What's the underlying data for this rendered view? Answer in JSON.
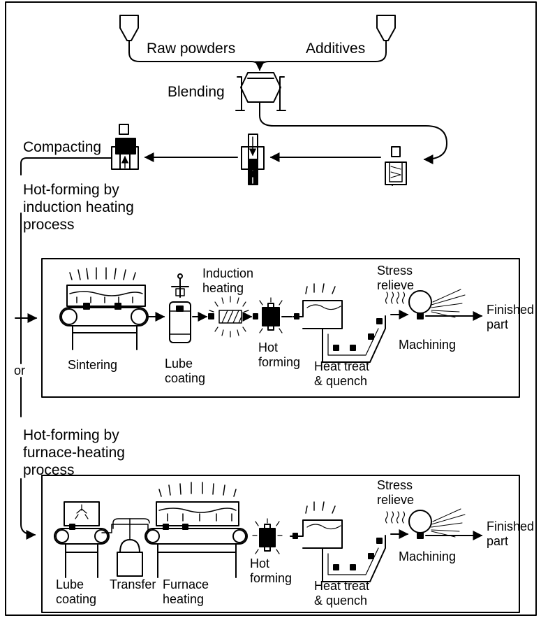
{
  "inputs": {
    "raw_powders": "Raw powders",
    "additives": "Additives",
    "blending": "Blending",
    "compacting": "Compacting",
    "or": "or"
  },
  "induction_process": {
    "title": "Hot-forming by\ninduction heating\nprocess",
    "steps": {
      "sintering": "Sintering",
      "lube_coating": "Lube\ncoating",
      "induction_heating": "Induction\nheating",
      "hot_forming": "Hot\nforming",
      "heat_treat": "Heat treat\n& quench",
      "stress_relieve": "Stress\nrelieve",
      "machining": "Machining",
      "finished_part": "Finished\npart"
    }
  },
  "furnace_process": {
    "title": "Hot-forming by\nfurnace-heating\nprocess",
    "steps": {
      "lube_coating": "Lube\ncoating",
      "transfer": "Transfer",
      "furnace_heating": "Furnace\nheating",
      "hot_forming": "Hot\nforming",
      "heat_treat": "Heat treat\n& quench",
      "stress_relieve": "Stress\nrelieve",
      "machining": "Machining",
      "finished_part": "Finished\npart"
    }
  }
}
